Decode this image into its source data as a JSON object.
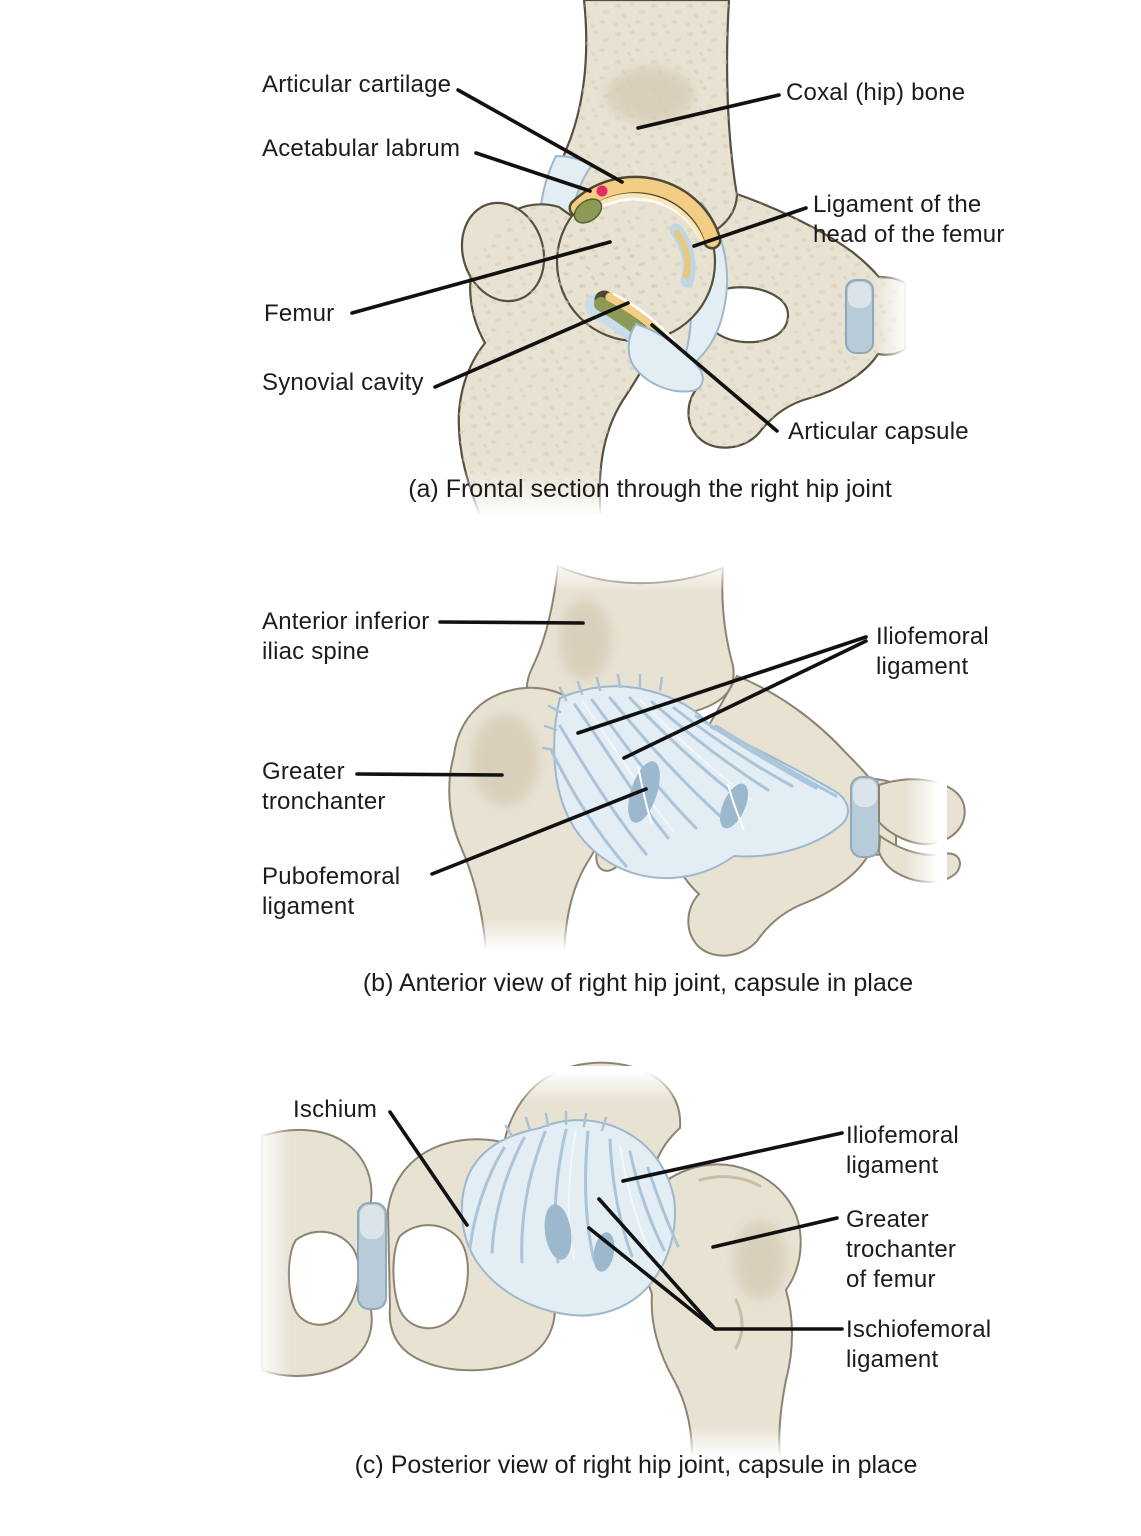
{
  "figure": {
    "type": "anatomical-diagram",
    "subject": "Hip joint",
    "colors": {
      "bone": "#e8e2d3",
      "bone_shade": "#d3c9b3",
      "bone_outline": "#6e6554",
      "cartilage_yellow": "#f3cd83",
      "labrum_green": "#8c9a55",
      "capsule_blue": "#e3edf4",
      "capsule_fiber": "#aac4d8",
      "symphysis_blue": "#b7cbd8",
      "marker_pink": "#e42a68",
      "leader_black": "#111111",
      "text": "#1d1c1a",
      "background": "#ffffff"
    },
    "panels": {
      "a": {
        "caption": "(a) Frontal section through the right hip joint",
        "labels": {
          "articular_cartilage": "Articular cartilage",
          "acetabular_labrum": "Acetabular labrum",
          "femur": "Femur",
          "synovial_cavity": "Synovial cavity",
          "coxal_bone": "Coxal (hip) bone",
          "ligament_head_femur": "Ligament of the head of the femur",
          "articular_capsule": "Articular capsule"
        }
      },
      "b": {
        "caption": "(b) Anterior view of right hip joint, capsule in place",
        "labels": {
          "anterior_inferior_iliac_spine": "Anterior inferior iliac spine",
          "greater_tronchanter": "Greater tronchanter",
          "pubofemoral_ligament": "Pubofemoral ligament",
          "iliofemoral_ligament": "Iliofemoral ligament"
        }
      },
      "c": {
        "caption": "(c) Posterior view of right hip joint, capsule in place",
        "labels": {
          "ischium": "Ischium",
          "iliofemoral_ligament": "Iliofemoral ligament",
          "greater_trochanter_of_femur": "Greater trochanter of femur",
          "ischiofemoral_ligament": "Ischiofemoral ligament"
        }
      }
    }
  }
}
